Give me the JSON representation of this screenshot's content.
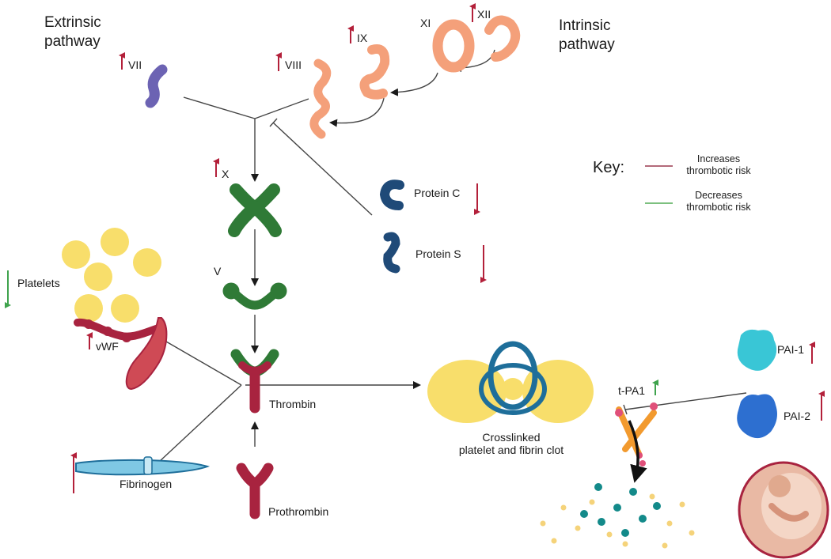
{
  "pathways": {
    "extrinsic": "Extrinsic pathway",
    "extrinsic_l1": "Extrinsic",
    "extrinsic_l2": "pathway",
    "intrinsic_l1": "Intrinsic",
    "intrinsic_l2": "pathway"
  },
  "factors": {
    "vii": "VII",
    "viii": "VIII",
    "ix": "IX",
    "xi": "XI",
    "xii": "XII",
    "x": "X",
    "v": "V"
  },
  "proteins": {
    "protein_c": "Protein C",
    "protein_s": "Protein S",
    "platelets": "Platelets",
    "vwf": "vWF",
    "thrombin": "Thrombin",
    "fibrinogen": "Fibrinogen",
    "prothrombin": "Prothrombin",
    "clot_l1": "Crosslinked",
    "clot_l2": "platelet and fibrin clot",
    "tpa1": "t-PA1",
    "pai1": "PAI-1",
    "pai2": "PAI-2"
  },
  "key": {
    "title": "Key:",
    "increases_l1": "Increases",
    "increases_l2": "thrombotic risk",
    "decreases_l1": "Decreases",
    "decreases_l2": "thrombotic risk"
  },
  "colors": {
    "increase_arrow": "#b3203a",
    "decrease_arrow": "#3fa34d",
    "factor_orange": "#f4a07a",
    "factor_green": "#2f7a36",
    "thrombin_red": "#a8233f",
    "platelet_yellow": "#f8de6b",
    "protein_blue": "#1f4a78",
    "fibrin_blue": "#1e6e9a",
    "pai_cyan": "#39c6d6",
    "pai_blue": "#2d6fd0"
  }
}
